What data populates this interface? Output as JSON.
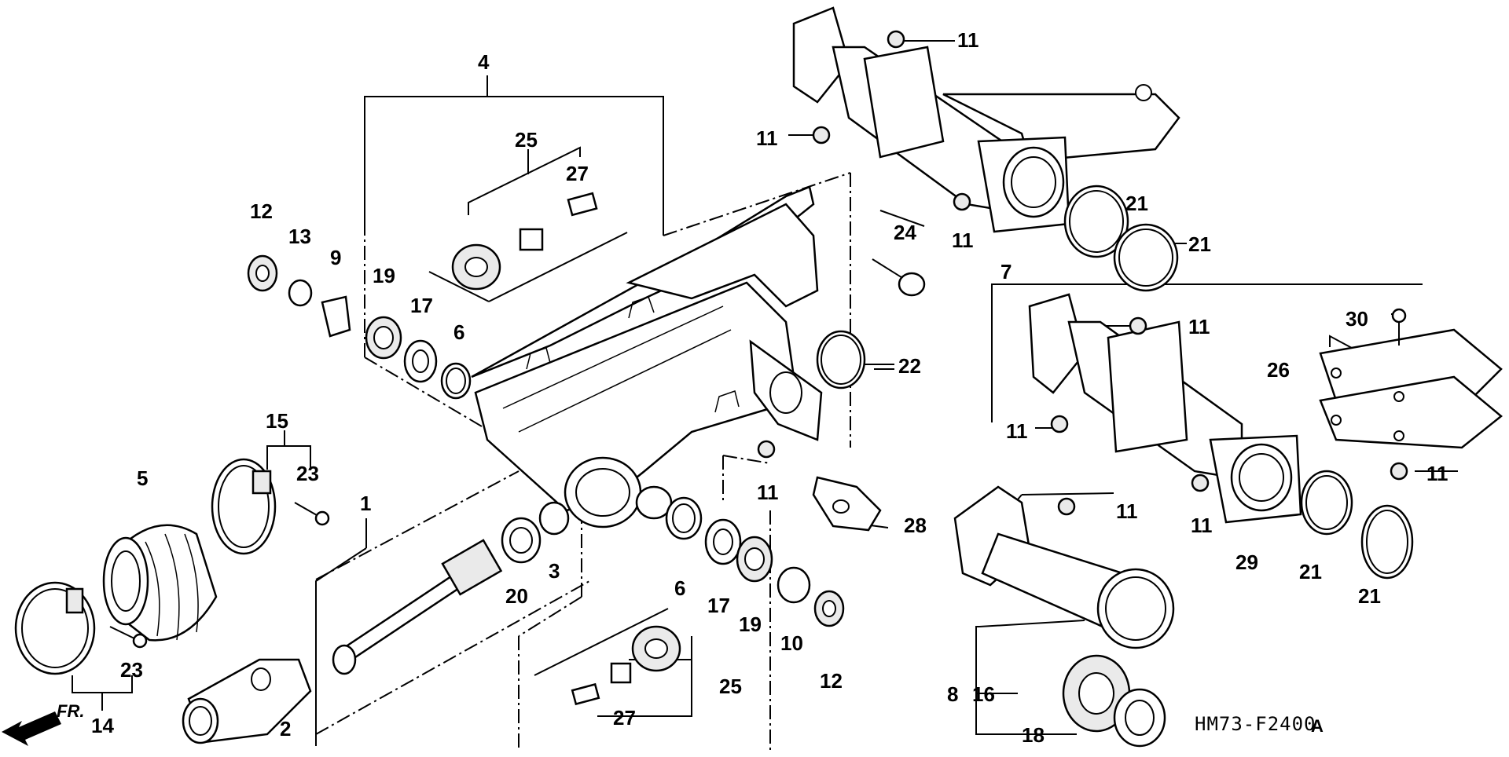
{
  "diagram": {
    "code": "HM73-F2400",
    "code_suffix": "A",
    "direction_label": "FR.",
    "callouts": {
      "c1": "1",
      "c2": "2",
      "c3": "3",
      "c4": "4",
      "c5": "5",
      "c6a": "6",
      "c6b": "6",
      "c7": "7",
      "c8": "8",
      "c9": "9",
      "c10": "10",
      "c11a": "11",
      "c11b": "11",
      "c11c": "11",
      "c11d": "11",
      "c11e": "11",
      "c11f": "11",
      "c11g": "11",
      "c11h": "11",
      "c11i": "11",
      "c12a": "12",
      "c12b": "12",
      "c13": "13",
      "c14": "14",
      "c15": "15",
      "c16": "16",
      "c17a": "17",
      "c17b": "17",
      "c18": "18",
      "c19a": "19",
      "c19b": "19",
      "c20": "20",
      "c21a": "21",
      "c21b": "21",
      "c21c": "21",
      "c21d": "21",
      "c22": "22",
      "c23a": "23",
      "c23b": "23",
      "c24": "24",
      "c25a": "25",
      "c25b": "25",
      "c26": "26",
      "c27a": "27",
      "c27b": "27",
      "c28": "28",
      "c29": "29",
      "c30": "30"
    }
  }
}
